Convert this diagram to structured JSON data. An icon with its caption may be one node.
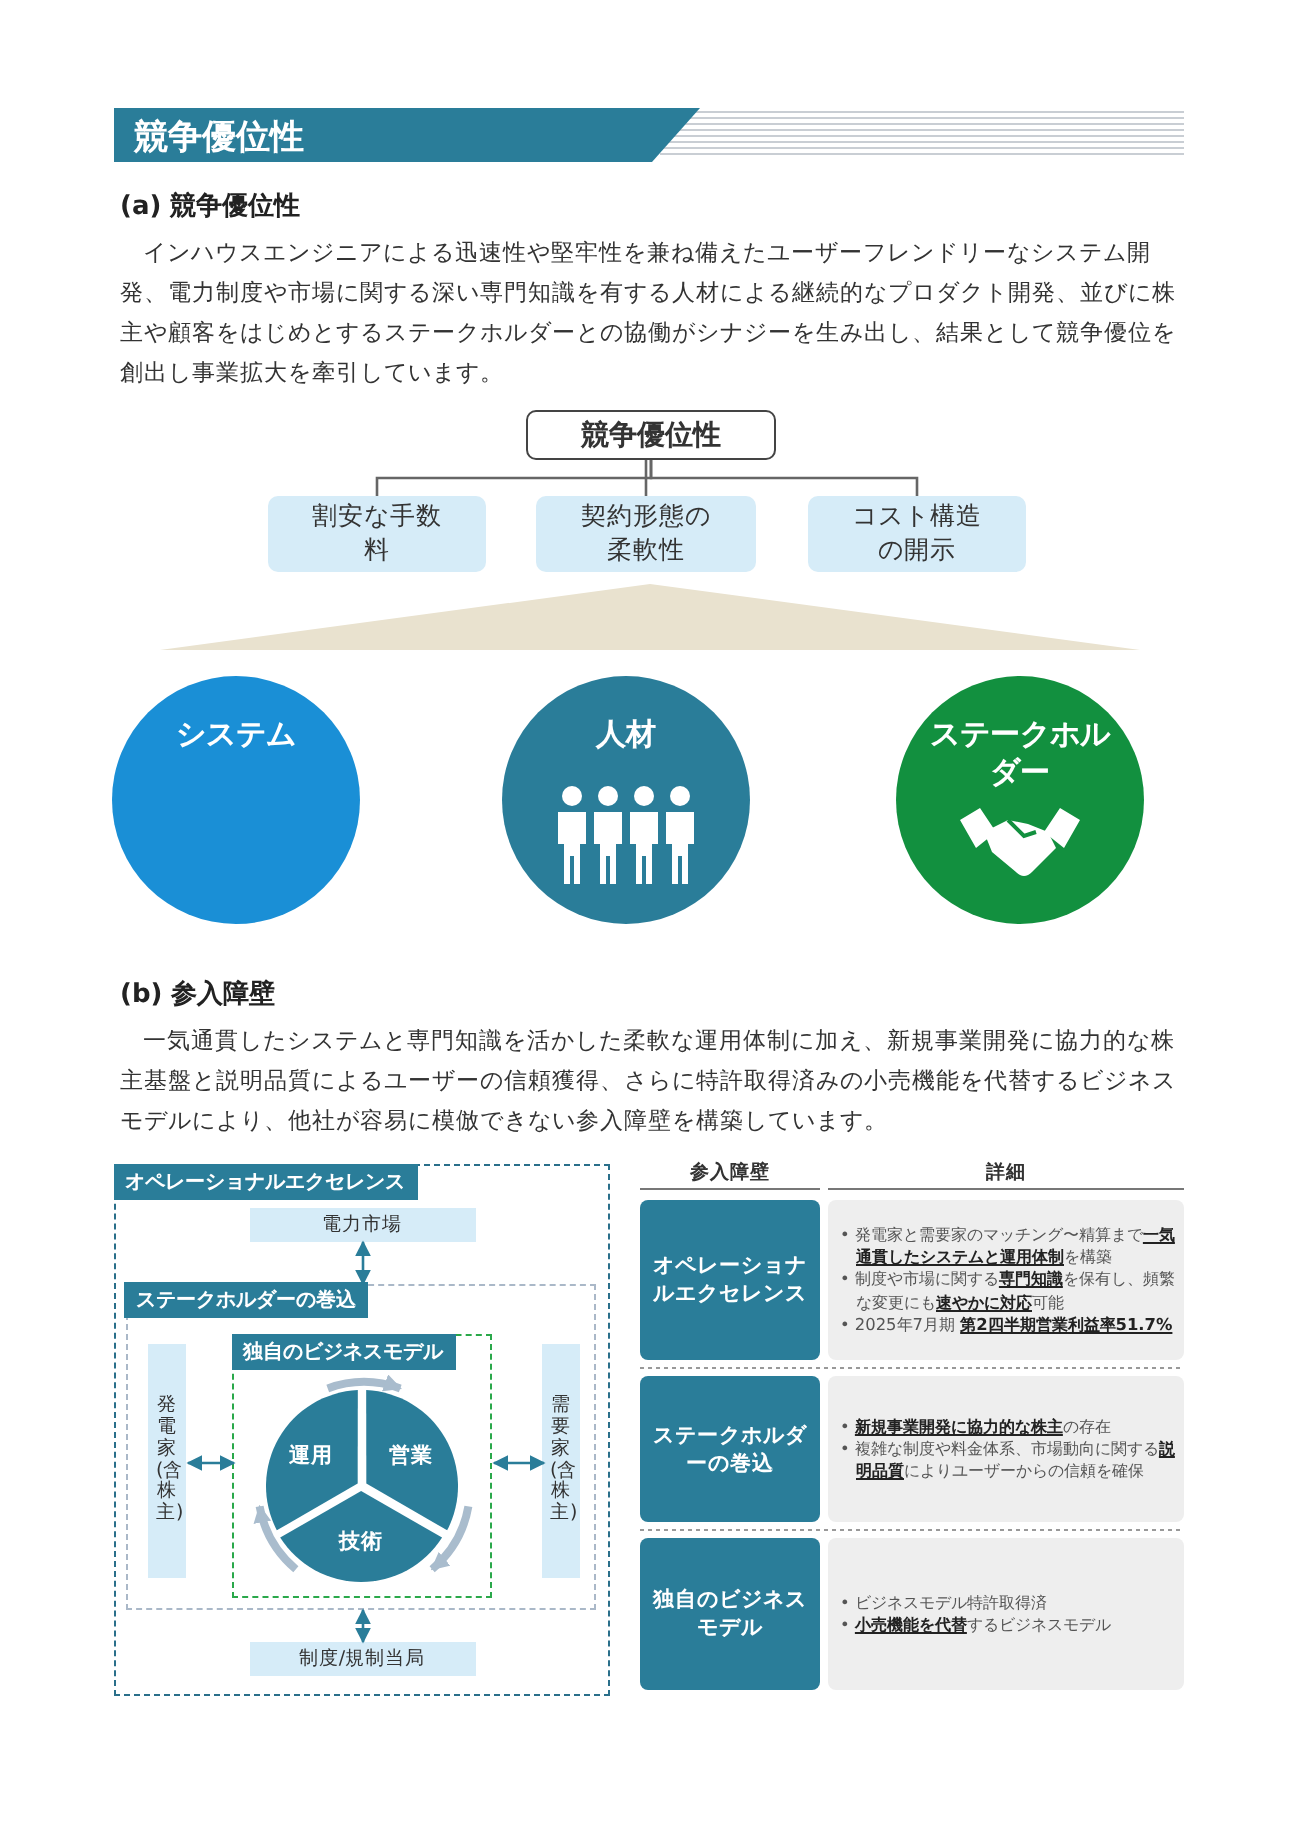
{
  "diagram": {
    "title": "競争優位性",
    "nodes": [
      {
        "text": [
          "競争優位性"
        ]
      },
      {
        "text": [
          "割安な手数料"
        ]
      },
      {
        "text": [
          "契約形態の柔軟性"
        ]
      },
      {
        "text": [
          "コスト構造の開示"
        ]
      },
      {
        "text": [],
        "shape": "triangle"
      },
      {
        "text": [
          "システム"
        ]
      },
      {
        "text": [
          "人材"
        ]
      },
      {
        "text": [
          "ステークホルダー"
        ]
      },
      {
        "text": [
          "オペレーショナルエクセレンス"
        ]
      },
      {
        "text": [
          "電力市場"
        ],
        "in": 8
      },
      {
        "text": [
          "ステークホルダーの巻込"
        ],
        "in": 8
      },
      {
        "text": [
          "発電家(含株主)"
        ],
        "in": 10
      },
      {
        "text": [
          "独自のビジネスモデル"
        ],
        "in": 10
      },
      {
        "text": [
          "運用"
        ],
        "in": 12
      },
      {
        "text": [
          "営業"
        ],
        "in": 12
      },
      {
        "text": [
          "技術"
        ],
        "in": 12
      },
      {
        "text": [
          "需要家(含株主)"
        ],
        "in": 10
      },
      {
        "text": [
          "制度/規制当局"
        ],
        "in": 8
      }
    ],
    "edges": [
      {
        "from": 0,
        "to": 1,
        "arrow": "none"
      },
      {
        "from": 0,
        "to": 2,
        "arrow": "none"
      },
      {
        "from": 0,
        "to": 3,
        "arrow": "none"
      },
      {
        "from": 9,
        "to": 10,
        "arrow": "both",
        "color": "#2a7d99"
      },
      {
        "from": 11,
        "to": 12,
        "arrow": "both",
        "color": "#2a7d99"
      },
      {
        "from": 12,
        "to": 16,
        "arrow": "both",
        "color": "#2a7d99"
      },
      {
        "from": 10,
        "to": 17,
        "arrow": "both",
        "color": "#2a7d99"
      },
      {
        "from": 13,
        "to": 14,
        "arrow": "to",
        "style": "thick",
        "color": "#a9bccd"
      },
      {
        "from": 14,
        "to": 15,
        "arrow": "to",
        "style": "thick",
        "color": "#a9bccd"
      },
      {
        "from": 15,
        "to": 13,
        "arrow": "to",
        "style": "thick",
        "color": "#a9bccd"
      }
    ],
    "labels": [
      "(a) 競争優位性",
      "インハウスエンジニアによる迅速性や堅牢性を兼ね備えたユーザーフレンドリーなシステム開発、電力制度や市場に関する深い専門知識を有する人材による継続的なプロダクト開発、並びに株主や顧客をはじめとするステークホルダーとの協働がシナジーを生み出し、結果として競争優位を創出し事業拡大を牽引しています。",
      "(b) 参入障壁",
      "一気通貫したシステムと専門知識を活かした柔軟な運用体制に加え、新規事業開発に協力的な株主基盤と説明品質によるユーザーの信頼獲得、さらに特許取得済みの小売機能を代替するビジネスモデルにより、他社が容易に模倣できない参入障壁を構築しています。",
      "参入障壁",
      "詳細",
      "オペレーショナルエクセレンス",
      "• 発電家と需要家のマッチング〜精算まで**一気通貫したシステムと運用体制**を構築",
      "• 制度や市場に関する**専門知識**を保有し、頻繁な変更にも**速やかに対応**可能",
      "• 2025年7月期 **第2四半期営業利益率51.7%**",
      "ステークホルダーの巻込",
      "• **新規事業開発に協力的な株主**の存在",
      "• 複雑な制度や料金体系、市場動向に関する**説明品質**によりユーザーからの信頼を確保",
      "独自のビジネスモデル",
      "• ビジネスモデル特許取得済",
      "• **小売機能を代替**するビジネスモデル"
    ]
  }
}
